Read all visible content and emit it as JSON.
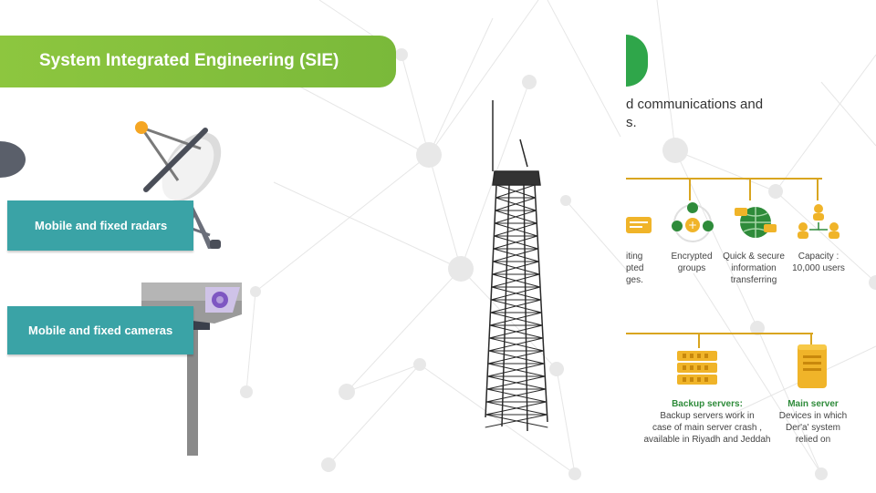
{
  "slide_left": {
    "title": "System Integrated Engineering (SIE)",
    "radar_label": "Mobile and fixed radars",
    "camera_label": "Mobile and fixed cameras"
  },
  "slide_right": {
    "heading_line1": "d communications and",
    "heading_line2": "s.",
    "features": [
      {
        "line1": "iting",
        "line2": "pted",
        "line3": "ges."
      },
      {
        "line1": "Encrypted",
        "line2": "groups",
        "line3": ""
      },
      {
        "line1": "Quick & secure",
        "line2": "information",
        "line3": "transferring"
      },
      {
        "line1": "Capacity :",
        "line2": "10,000 users",
        "line3": ""
      }
    ],
    "servers": [
      {
        "title": "Backup servers:",
        "line1": "Backup servers work in",
        "line2": "case of main server crash ,",
        "line3": "available in Riyadh and Jeddah"
      },
      {
        "title": "Main server",
        "line1": "Devices in which",
        "line2": "Der'a' system",
        "line3": "relied on"
      }
    ]
  },
  "colors": {
    "banner_green": "#8dc63f",
    "teal": "#3aa3a6",
    "gold": "#d9a520",
    "dark_green": "#2e8b3a"
  }
}
